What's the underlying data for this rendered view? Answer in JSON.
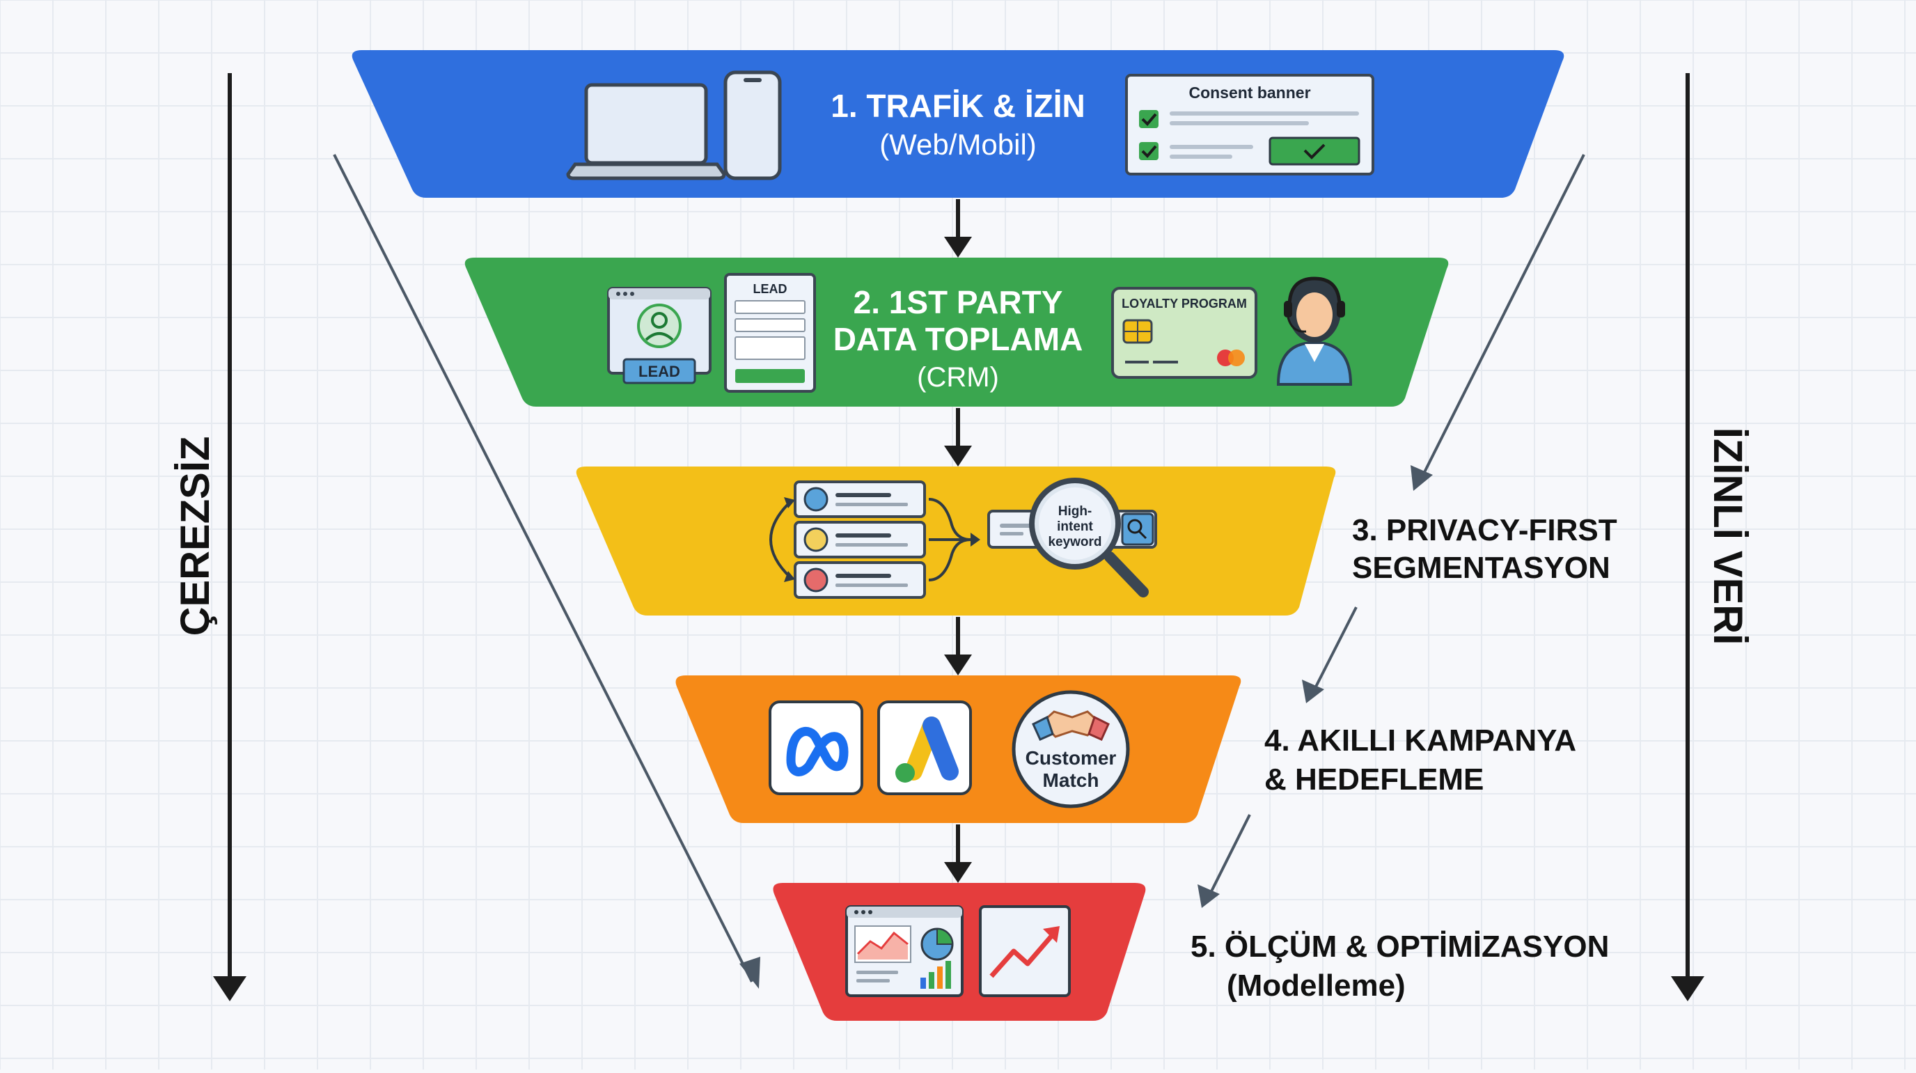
{
  "colors": {
    "blue": "#2f6fde",
    "green": "#3aa64f",
    "yellow": "#f3bf18",
    "orange": "#f68a17",
    "red": "#e53d3d",
    "dark": "#1c1c1c",
    "slate": "#4b5866"
  },
  "left_axis": {
    "label": "ÇEREZSİZ"
  },
  "right_axis": {
    "label": "İZİNLİ VERİ"
  },
  "stages": [
    {
      "title": "1. TRAFİK & İZİN",
      "subtitle": "(Web/Mobil)",
      "consent_label": "Consent banner"
    },
    {
      "title_line1": "2. 1ST PARTY",
      "title_line2": "DATA TOPLAMA",
      "subtitle": "(CRM)",
      "lead_badge": "LEAD",
      "lead_form_title": "LEAD",
      "loyalty_label": "LOYALTY PROGRAM"
    },
    {
      "title_line1": "3. PRIVACY-FIRST",
      "title_line2": "SEGMENTASYON",
      "magnifier_line1": "High-",
      "magnifier_line2": "intent",
      "magnifier_line3": "keyword"
    },
    {
      "title_line1": "4. AKILLI KAMPANYA",
      "title_line2": "& HEDEFLEME",
      "customer_match_line1": "Customer",
      "customer_match_line2": "Match"
    },
    {
      "title_line1": "5. ÖLÇÜM & OPTİMİZASYON",
      "title_line2": "(Modelleme)"
    }
  ]
}
